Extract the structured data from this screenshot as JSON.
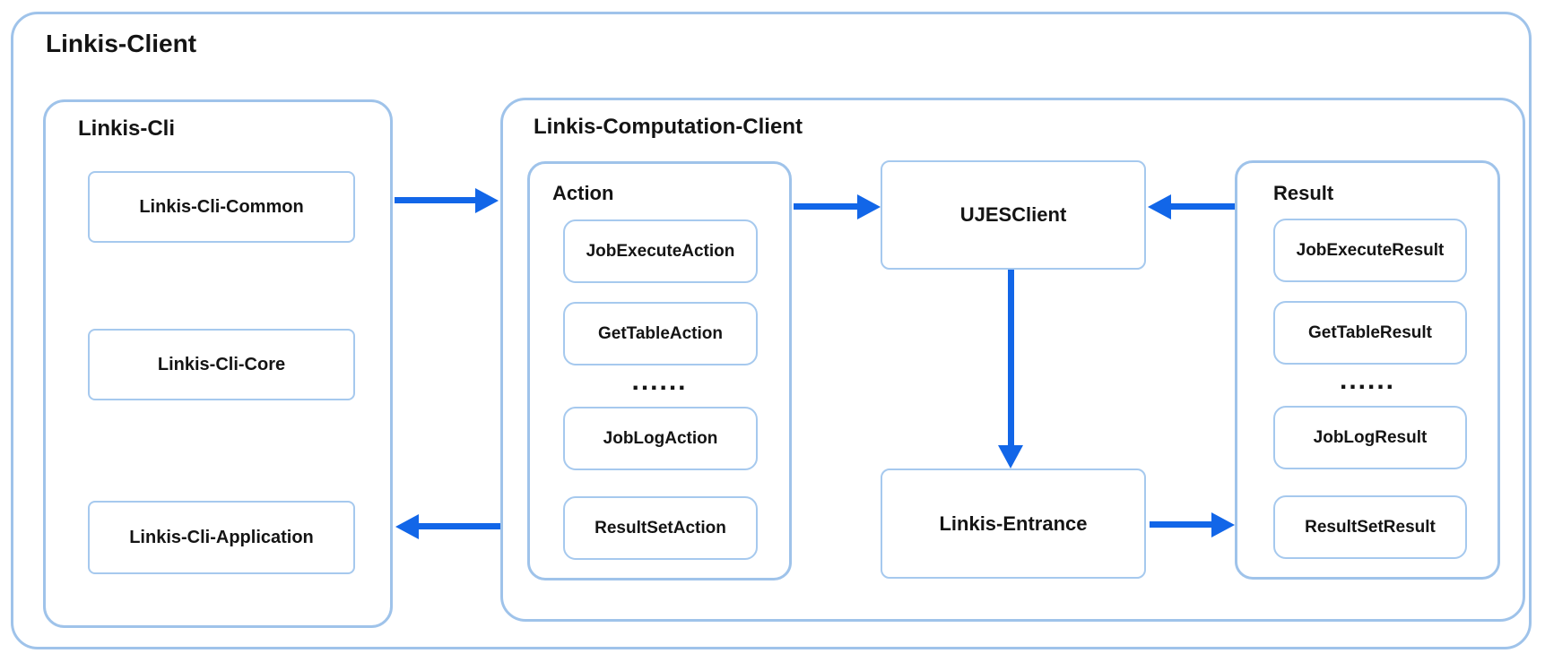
{
  "colors": {
    "container_border": "#9FC3EA",
    "box_border": "#A6C9EE",
    "arrow": "#1266E8",
    "text": "#141414",
    "background": "#FFFFFF"
  },
  "diagram": {
    "title": "Linkis-Client",
    "linkis_cli": {
      "title": "Linkis-Cli",
      "modules": [
        "Linkis-Cli-Common",
        "Linkis-Cli-Core",
        "Linkis-Cli-Application"
      ]
    },
    "computation_client": {
      "title": "Linkis-Computation-Client",
      "action": {
        "title": "Action",
        "items": [
          "JobExecuteAction",
          "GetTableAction",
          "......",
          "JobLogAction",
          "ResultSetAction"
        ]
      },
      "ujes_client": "UJESClient",
      "entrance": "Linkis-Entrance",
      "result": {
        "title": "Result",
        "items": [
          "JobExecuteResult",
          "GetTableResult",
          "......",
          "JobLogResult",
          "ResultSetResult"
        ]
      }
    },
    "edges": [
      {
        "from": "Linkis-Cli",
        "to": "Linkis-Computation-Client",
        "direction": "right"
      },
      {
        "from": "Action",
        "to": "UJESClient",
        "direction": "right"
      },
      {
        "from": "Result",
        "to": "UJESClient",
        "direction": "left"
      },
      {
        "from": "UJESClient",
        "to": "Linkis-Entrance",
        "direction": "down"
      },
      {
        "from": "Linkis-Entrance",
        "to": "Result",
        "direction": "right"
      },
      {
        "from": "Linkis-Computation-Client",
        "to": "Linkis-Cli-Application",
        "direction": "left"
      }
    ]
  }
}
